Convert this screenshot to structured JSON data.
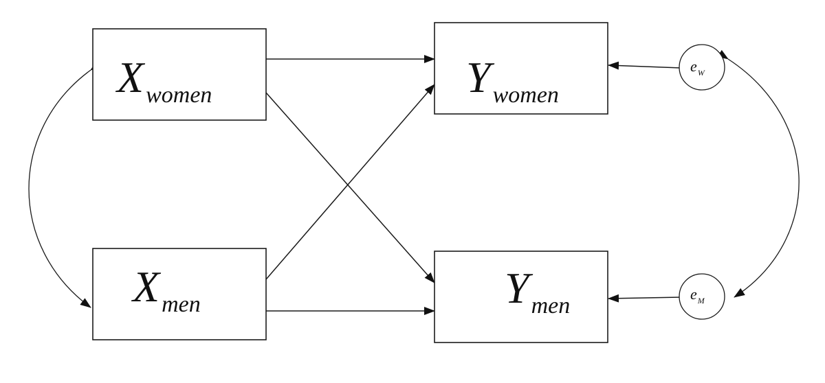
{
  "nodes": {
    "x_women": {
      "letter": "X",
      "subscript": "women"
    },
    "x_men": {
      "letter": "X",
      "subscript": "men"
    },
    "y_women": {
      "letter": "Y",
      "subscript": "women"
    },
    "y_men": {
      "letter": "Y",
      "subscript": "men"
    }
  },
  "errors": {
    "e_w": {
      "letter": "e",
      "subscript": "W"
    },
    "e_m": {
      "letter": "e",
      "subscript": "M"
    }
  },
  "edges": [
    {
      "from": "x_women",
      "to": "y_women",
      "kind": "path"
    },
    {
      "from": "x_women",
      "to": "y_men",
      "kind": "path"
    },
    {
      "from": "x_men",
      "to": "y_women",
      "kind": "path"
    },
    {
      "from": "x_men",
      "to": "y_men",
      "kind": "path"
    },
    {
      "from": "e_w",
      "to": "y_women",
      "kind": "path"
    },
    {
      "from": "e_m",
      "to": "y_men",
      "kind": "path"
    },
    {
      "from": "x_women",
      "to": "x_men",
      "kind": "covariance"
    },
    {
      "from": "e_w",
      "to": "e_m",
      "kind": "covariance"
    }
  ]
}
